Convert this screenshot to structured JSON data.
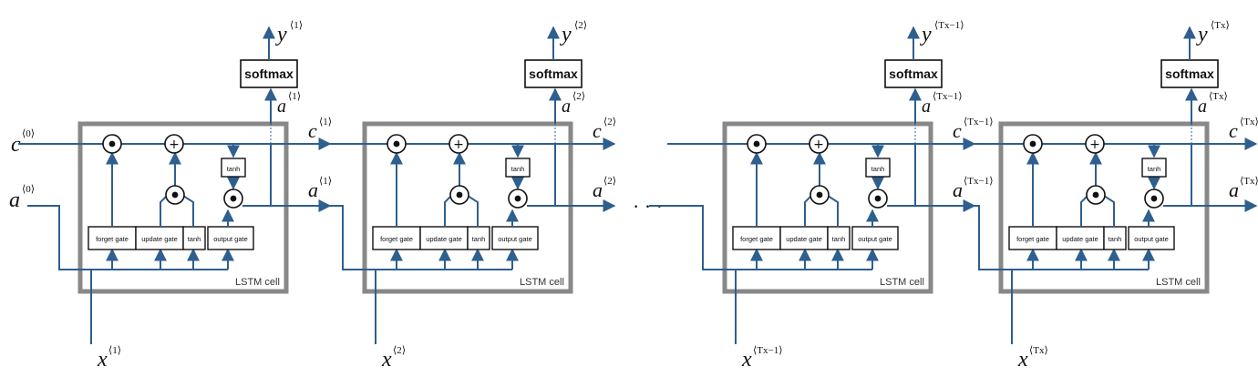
{
  "labels": {
    "softmax": "softmax",
    "cell": "LSTM cell",
    "tanh": "tanh",
    "forget_gate": "forget gate",
    "update_gate": "update gate",
    "output_gate": "output gate",
    "ellipsis": "· · ·"
  },
  "initial": {
    "c": {
      "base": "c",
      "sup": "⟨0⟩"
    },
    "a": {
      "base": "a",
      "sup": "⟨0⟩"
    }
  },
  "cells": [
    {
      "x_sup": "⟨1⟩",
      "y_sup": "⟨1⟩",
      "a_sup": "⟨1⟩",
      "c_sup": "⟨1⟩"
    },
    {
      "x_sup": "⟨2⟩",
      "y_sup": "⟨2⟩",
      "a_sup": "⟨2⟩",
      "c_sup": "⟨2⟩"
    },
    {
      "x_sup": "⟨Tx−1⟩",
      "y_sup": "⟨Tx−1⟩",
      "a_sup": "⟨Tx−1⟩",
      "c_sup": "⟨Tx−1⟩"
    },
    {
      "x_sup": "⟨Tx⟩",
      "y_sup": "⟨Tx⟩",
      "a_sup": "⟨Tx⟩",
      "c_sup": "⟨Tx⟩"
    }
  ],
  "colors": {
    "wire": "#2e5f8f",
    "cell_border": "#888888",
    "ink": "#111111"
  }
}
